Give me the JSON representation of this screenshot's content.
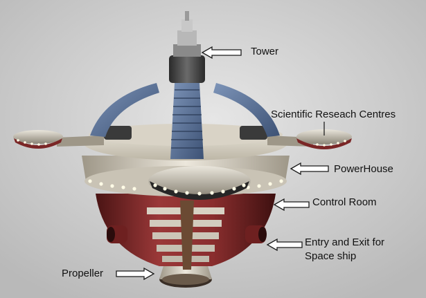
{
  "labels": {
    "tower": "Tower",
    "research": "Scientific Reseach Centres",
    "powerhouse": "PowerHouse",
    "control_room": "Control Room",
    "entry_line1": "Entry and Exit for",
    "entry_line2": "Space ship",
    "propeller": "Propeller"
  },
  "colors": {
    "background": "#cfcfcf",
    "hull_cream": "#e4dfd2",
    "hull_red": "#7e2a2a",
    "accent_blue": "#51698f",
    "arrow_outline": "#1a1a1a"
  }
}
